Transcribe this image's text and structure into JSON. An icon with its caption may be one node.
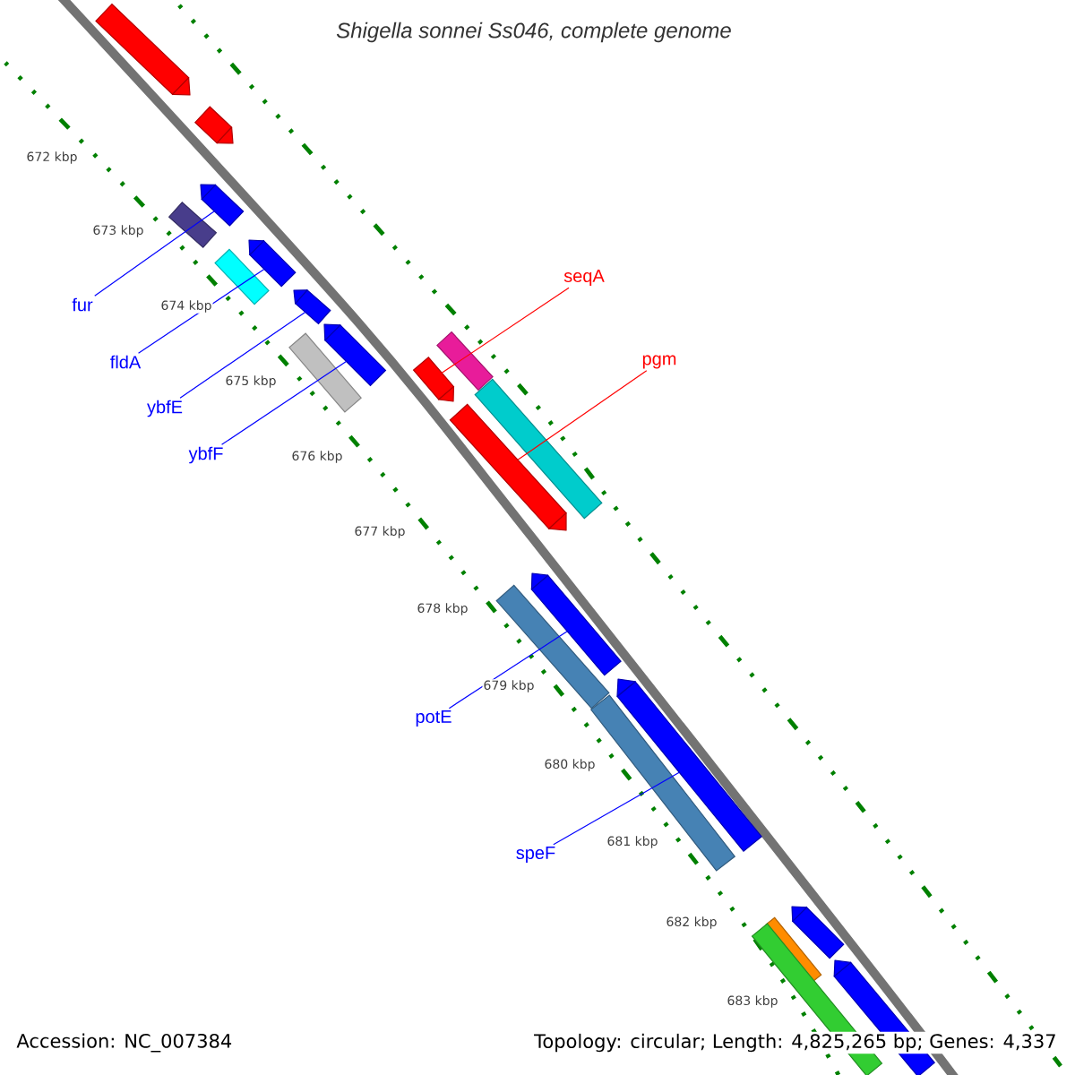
{
  "diagram": {
    "title": "Shigella sonnei Ss046, complete genome",
    "nodes": [
      {
        "text": [],
        "shape": "pentagon"
      },
      {
        "text": [],
        "shape": "pentagon"
      },
      {
        "text": [],
        "shape": "pentagon"
      },
      {
        "text": [],
        "shape": "box"
      },
      {
        "text": [],
        "shape": "pentagon"
      },
      {
        "text": [],
        "shape": "box"
      },
      {
        "text": [],
        "shape": "pentagon"
      },
      {
        "text": [],
        "shape": "pentagon"
      },
      {
        "text": [],
        "shape": "box"
      },
      {
        "text": [],
        "shape": "box"
      },
      {
        "text": [],
        "shape": "pentagon"
      },
      {
        "text": [],
        "shape": "box"
      },
      {
        "text": [],
        "shape": "pentagon"
      },
      {
        "text": [],
        "shape": "pentagon"
      },
      {
        "text": [],
        "shape": "box"
      },
      {
        "text": [],
        "shape": "pentagon"
      },
      {
        "text": [],
        "shape": "box"
      },
      {
        "text": [],
        "shape": "pentagon"
      },
      {
        "text": [],
        "shape": "box"
      },
      {
        "text": [],
        "shape": "box"
      },
      {
        "text": [],
        "shape": "pentagon"
      },
      {
        "text": [
          "fur"
        ]
      },
      {
        "text": [
          "fldA"
        ]
      },
      {
        "text": [
          "ybfE"
        ]
      },
      {
        "text": [
          "ybfF"
        ]
      },
      {
        "text": [
          "seqA"
        ]
      },
      {
        "text": [
          "pgm"
        ]
      },
      {
        "text": [
          "potE"
        ]
      },
      {
        "text": [
          "speF"
        ]
      }
    ],
    "edges": [
      {
        "from": 21,
        "to": 2,
        "arrow": "none"
      },
      {
        "from": 22,
        "to": 4,
        "arrow": "none"
      },
      {
        "from": 23,
        "to": 6,
        "arrow": "none"
      },
      {
        "from": 24,
        "to": 7,
        "arrow": "none"
      },
      {
        "from": 25,
        "to": 10,
        "arrow": "none",
        "color": "#ff0000"
      },
      {
        "from": 26,
        "to": 12,
        "arrow": "none",
        "color": "#ff0000"
      },
      {
        "from": 27,
        "to": 13,
        "arrow": "none"
      },
      {
        "from": 28,
        "to": 15,
        "arrow": "none"
      }
    ],
    "labels": [
      "672 kbp",
      "673 kbp",
      "674 kbp",
      "675 kbp",
      "676 kbp",
      "677 kbp",
      "678 kbp",
      "679 kbp",
      "680 kbp",
      "681 kbp",
      "682 kbp",
      "683 kbp",
      "Accession: NC_007384",
      "Topology: circular; Length: 4,825,265 bp; Genes: 4,337"
    ]
  }
}
